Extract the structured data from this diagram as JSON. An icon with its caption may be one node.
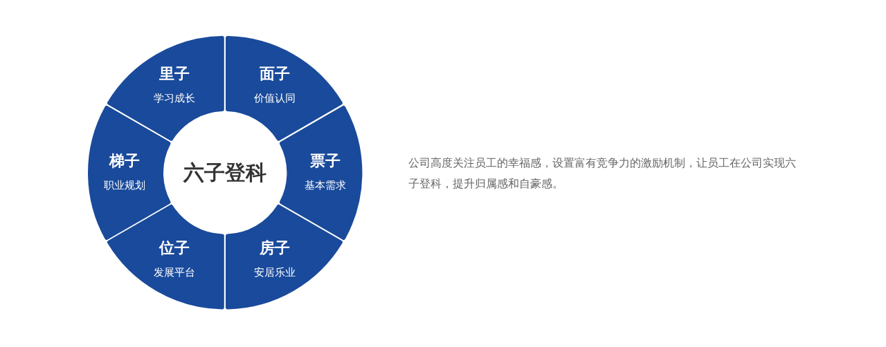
{
  "diagram": {
    "nodes": [
      {
        "text": [
          "里子",
          "学习成长"
        ]
      },
      {
        "text": [
          "面子",
          "价值认同"
        ]
      },
      {
        "text": [
          "梯子",
          "职业规划"
        ]
      },
      {
        "text": [
          "六子登科"
        ]
      },
      {
        "text": [
          "票子",
          "基本需求"
        ]
      },
      {
        "text": [
          "位子",
          "发展平台"
        ]
      },
      {
        "text": [
          "房子",
          "安居乐业"
        ]
      }
    ],
    "labels": [
      "公司高度关注员工的幸福感，设置富有竞争力的激励机制，让员工在公司实现六子登科，提升归属感和自豪感。"
    ]
  }
}
